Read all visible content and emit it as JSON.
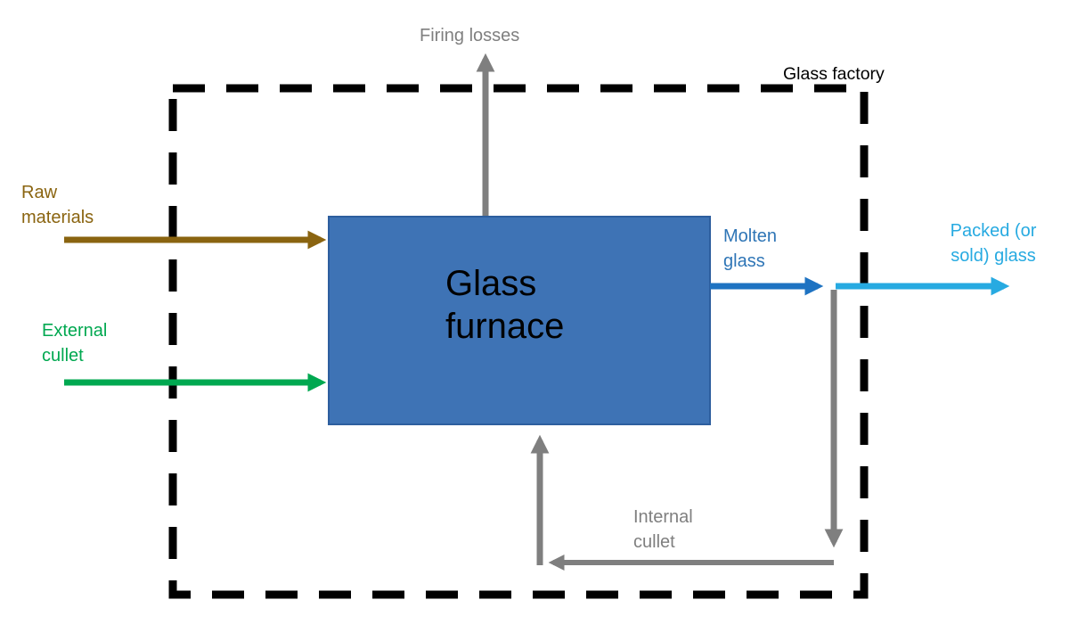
{
  "diagram": {
    "boundary_label": "Glass factory",
    "process_label": "Glass furnace",
    "flows": {
      "raw_materials": {
        "label": "Raw materials",
        "direction": "input-left"
      },
      "external_cullet": {
        "label": "External cullet",
        "direction": "input-left"
      },
      "firing_losses": {
        "label": "Firing losses",
        "direction": "output-top"
      },
      "molten_glass": {
        "label": "Molten glass",
        "direction": "output-right"
      },
      "packed_glass": {
        "label": "Packed (or sold) glass",
        "direction": "output-right"
      },
      "internal_cullet": {
        "label": "Internal cullet",
        "direction": "recycle-loop"
      }
    }
  },
  "colors": {
    "background": "#ffffff",
    "boundary": "#000000",
    "furnace_fill": "#3E73B5",
    "furnace_border": "#2D5E9E",
    "raw_materials": "#8A6410",
    "external_cullet": "#00A850",
    "firing_internal_gray": "#7F7F7F",
    "molten_arrow": "#1E73C2",
    "molten_text": "#2E75B6",
    "packed_cyan": "#27AAE1",
    "furnace_text": "#000000",
    "factory_text": "#000000"
  }
}
